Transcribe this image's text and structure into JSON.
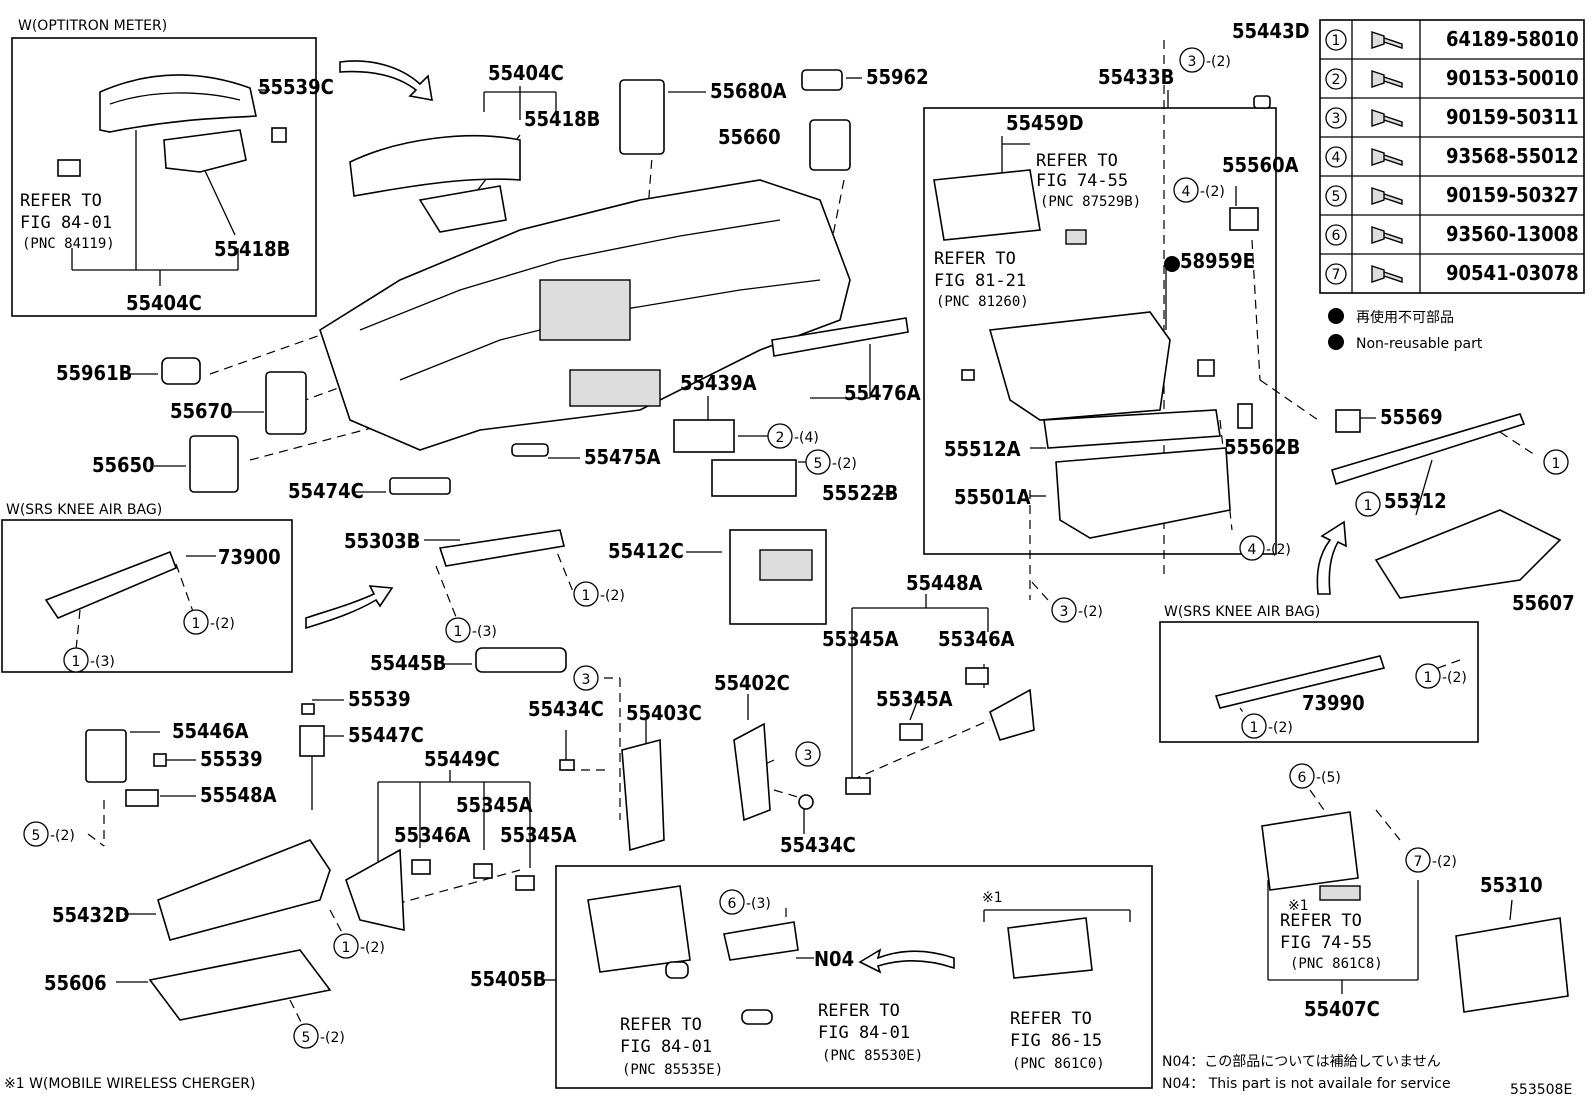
{
  "variant_labels": {
    "optitron": "W(OPTITRON METER)",
    "knee_left": "W(SRS KNEE AIR BAG)",
    "knee_right": "W(SRS KNEE AIR BAG)",
    "footnote": "※1  W(MOBILE WIRELESS CHERGER)"
  },
  "refs": {
    "r8401a": [
      "REFER TO",
      "FIG 84-01",
      "(PNC 84119)"
    ],
    "r7455a": [
      "REFER TO",
      "FIG 74-55",
      "(PNC 87529B)"
    ],
    "r8121": [
      "REFER TO",
      "FIG 81-21",
      "(PNC 81260)"
    ],
    "r7455b": [
      "※1",
      "REFER TO",
      "FIG 74-55",
      "(PNC 861C8)"
    ],
    "r8401b": [
      "REFER TO",
      "FIG 84-01",
      "(PNC 85535E)"
    ],
    "r8401c": [
      "REFER TO",
      "FIG 84-01",
      "(PNC 85530E)"
    ],
    "r8615": [
      "REFER TO",
      "FIG 86-15",
      "(PNC 861C0)"
    ]
  },
  "parts": {
    "p55539C": "55539C",
    "p55418B_a": "55418B",
    "p55404C_a": "55404C",
    "p55404C_b": "55404C",
    "p55418B_b": "55418B",
    "p55680A": "55680A",
    "p55962": "55962",
    "p55660": "55660",
    "p55443D": "55443D",
    "p55433B": "55433B",
    "p55459D": "55459D",
    "p55560A": "55560A",
    "p58959E": "58959E",
    "p55961B": "55961B",
    "p55670": "55670",
    "p55650": "55650",
    "p55439A": "55439A",
    "p55476A": "55476A",
    "p55475A": "55475A",
    "p55474C": "55474C",
    "p55522B": "55522B",
    "p55512A": "55512A",
    "p55501A": "55501A",
    "p55562B": "55562B",
    "p55569": "55569",
    "p55312": "55312",
    "p55607": "55607",
    "p73900": "73900",
    "p55303B": "55303B",
    "p55412C": "55412C",
    "p55448A": "55448A",
    "p55345A_a": "55345A",
    "p55346A_a": "55346A",
    "p55345A_b": "55345A",
    "p55445B": "55445B",
    "p55539_a": "55539",
    "p55446A": "55446A",
    "p55447C": "55447C",
    "p55539_b": "55539",
    "p55548A": "55548A",
    "p55434C_a": "55434C",
    "p55403C": "55403C",
    "p55402C": "55402C",
    "p55449C": "55449C",
    "p55346A_b": "55346A",
    "p55345A_c": "55345A",
    "p55345A_d": "55345A",
    "p55434C_b": "55434C",
    "p55432D": "55432D",
    "p55606": "55606",
    "p55405B": "55405B",
    "pN04": "N04",
    "p73990": "73990",
    "p55310": "55310",
    "p55407C": "55407C"
  },
  "callouts": {
    "c1": "3",
    "c1q": "-(2)",
    "c2": "4",
    "c2q": "-(2)",
    "c3": "2",
    "c3q": "-(4)",
    "c4": "5",
    "c4q": "-(2)",
    "c5": "4",
    "c5q": "-(2)",
    "c6": "3",
    "c6q": "-(2)",
    "c7": "1",
    "c8": "1",
    "c9": "1",
    "c9q": "-(2)",
    "c10": "1",
    "c10q": "-(3)",
    "c11": "1",
    "c11q": "-(2)",
    "c12": "1",
    "c12q": "-(3)",
    "c13": "3",
    "c14": "3",
    "c15": "5",
    "c15q": "-(2)",
    "c16": "1",
    "c16q": "-(2)",
    "c17": "5",
    "c17q": "-(2)",
    "c18": "6",
    "c18q": "-(3)",
    "c19": "1",
    "c19q": "-(2)",
    "c20": "1",
    "c20q": "-(2)",
    "c21": "6",
    "c21q": "-(5)",
    "c22": "7",
    "c22q": "-(2)"
  },
  "legend": {
    "rows": [
      {
        "n": "1",
        "part": "64189-58010"
      },
      {
        "n": "2",
        "part": "90153-50010"
      },
      {
        "n": "3",
        "part": "90159-50311"
      },
      {
        "n": "4",
        "part": "93568-55012"
      },
      {
        "n": "5",
        "part": "90159-50327"
      },
      {
        "n": "6",
        "part": "93560-13008"
      },
      {
        "n": "7",
        "part": "90541-03078"
      }
    ],
    "non_reusable_jp": "再使用不可部品",
    "non_reusable_en": "Non-reusable part"
  },
  "star1": "※1",
  "notes": {
    "n04_jp": "N04：この部品については補給していません",
    "n04_en": "N04： This part is not availale for service"
  },
  "figure_id": "553508E"
}
